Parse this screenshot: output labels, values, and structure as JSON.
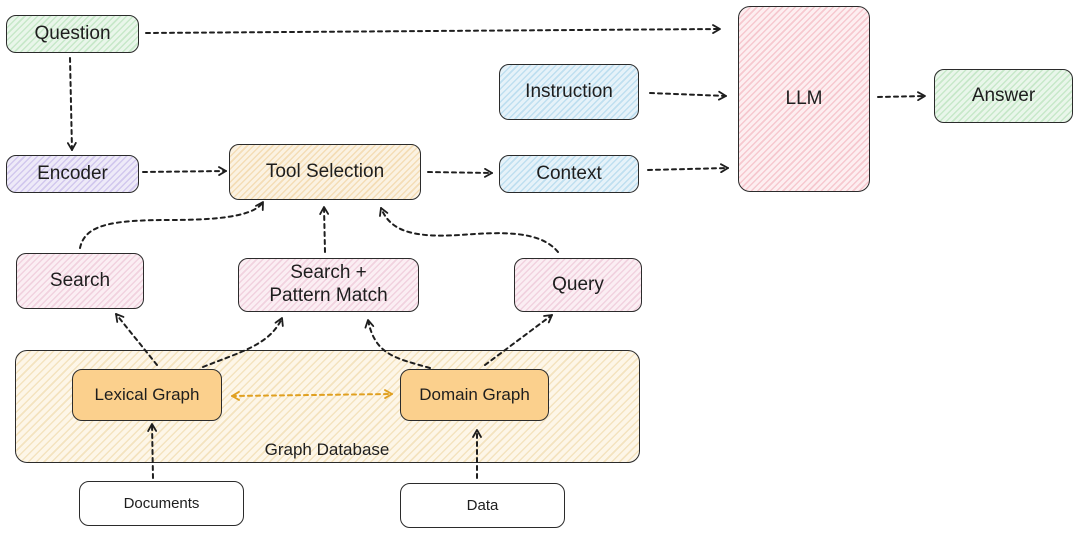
{
  "nodes": {
    "question": "Question",
    "encoder": "Encoder",
    "tool_selection": "Tool Selection",
    "instruction": "Instruction",
    "context": "Context",
    "llm": "LLM",
    "answer": "Answer",
    "search": "Search",
    "search_pattern_line1": "Search +",
    "search_pattern_line2": "Pattern Match",
    "query": "Query",
    "lexical_graph": "Lexical Graph",
    "domain_graph": "Domain Graph",
    "graph_database": "Graph Database",
    "documents": "Documents",
    "data": "Data"
  },
  "colors": {
    "arrow": "#1e1e1e",
    "bidirectional_arrow": "#e0a020",
    "graph_node_fill": "#fbd08d"
  }
}
